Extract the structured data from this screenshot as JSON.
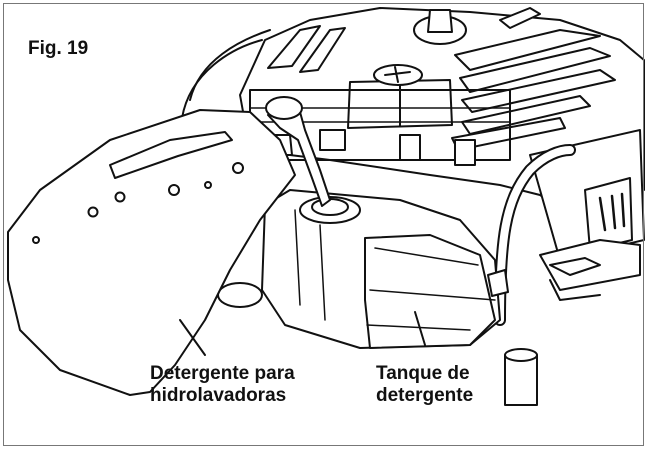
{
  "figure": {
    "label": "Fig. 19",
    "callouts": {
      "detergent_bottle": [
        "Detergente para",
        "hidrolavadoras"
      ],
      "detergent_tank": [
        "Tanque de",
        "detergente"
      ]
    }
  },
  "colors": {
    "stroke": "#111111",
    "fill": "#ffffff",
    "shade": "#d9d9d9",
    "frame": "#777777"
  }
}
